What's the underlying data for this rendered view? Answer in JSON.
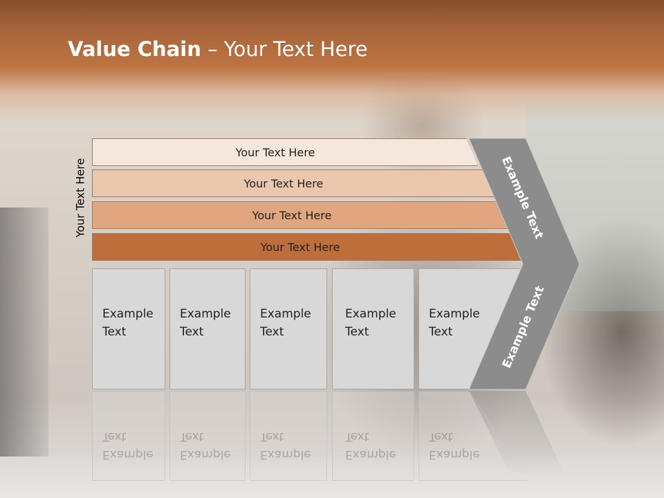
{
  "title": {
    "bold": "Value Chain",
    "rest": " – Your Text Here"
  },
  "side_label": "Your Text Here",
  "rows": [
    {
      "label": "Your Text Here",
      "color": "#f6e7dc"
    },
    {
      "label": "Your Text Here",
      "color": "#ebc8ad"
    },
    {
      "label": "Your Text Here",
      "color": "#dfa680"
    },
    {
      "label": "Your Text Here",
      "color": "#bd6e3a"
    }
  ],
  "boxes": [
    {
      "line1": "Example",
      "line2": "Text"
    },
    {
      "line1": "Example",
      "line2": "Text"
    },
    {
      "line1": "Example",
      "line2": "Text"
    },
    {
      "line1": "Example",
      "line2": "Text"
    },
    {
      "line1": "Example",
      "line2": "Text"
    }
  ],
  "chevron": {
    "upper_text": "Example Text",
    "lower_text": "Example Text",
    "color": "#8c8c8c"
  }
}
